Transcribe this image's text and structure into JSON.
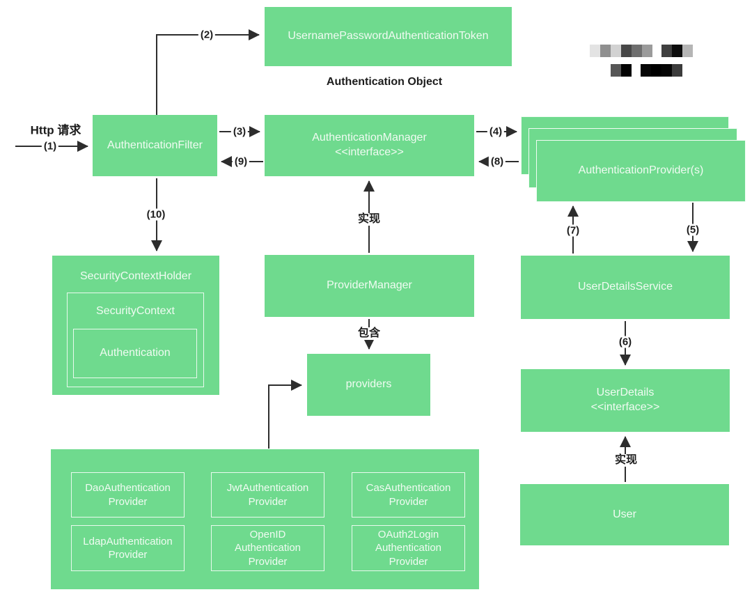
{
  "colors": {
    "box_fill": "#6fda8e",
    "box_text": "#f0fbf2",
    "line": "#2d2d2d",
    "label_text": "#1c1c1c"
  },
  "nodes": {
    "token": "UsernamePasswordAuthenticationToken",
    "filter": "AuthenticationFilter",
    "manager": "AuthenticationManager\n<<interface>>",
    "provider_stack": "AuthenticationProvider(s)",
    "security_context_holder": "SecurityContextHolder",
    "security_context": "SecurityContext",
    "authentication": "Authentication",
    "provider_manager": "ProviderManager",
    "providers": "providers",
    "user_details_service": "UserDetailsService",
    "user_details": "UserDetails\n<<interface>>",
    "user": "User",
    "provider_grid": [
      "DaoAuthentication\nProvider",
      "JwtAuthentication\nProvider",
      "CasAuthentication\nProvider",
      "LdapAuthentication\nProvider",
      "OpenID\nAuthentication\nProvider",
      "OAuth2Login\nAuthentication\nProvider"
    ]
  },
  "labels": {
    "http_request": "Http 请求",
    "auth_object_caption": "Authentication Object",
    "step1": "(1)",
    "step2": "(2)",
    "step3": "(3)",
    "step4": "(4)",
    "step5": "(5)",
    "step6": "(6)",
    "step7": "(7)",
    "step8": "(8)",
    "step9": "(9)",
    "step10": "(10)",
    "implements_left": "实现",
    "contains": "包含",
    "implements_right": "实现"
  }
}
